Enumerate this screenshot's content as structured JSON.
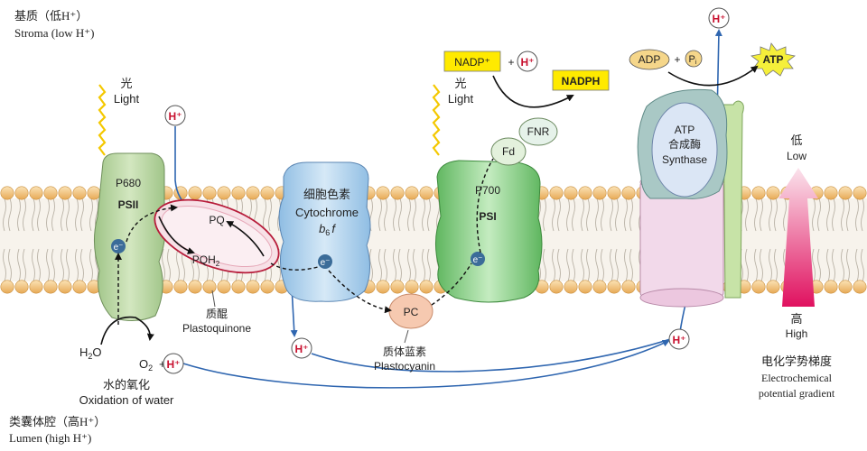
{
  "regions": {
    "stroma_cn": "基质（低H⁺）",
    "stroma_en": "Stroma (low H⁺)",
    "lumen_cn": "类囊体腔（高H⁺）",
    "lumen_en": "Lumen (high H⁺)"
  },
  "light": {
    "cn": "光",
    "en": "Light"
  },
  "hplus": "H⁺",
  "eminus": "e⁻",
  "psii": {
    "name": "P680",
    "sub": "PSII"
  },
  "pq": {
    "pq": "PQ",
    "pqh2": "PQH",
    "pqh2_sub": "2",
    "cn": "质醌",
    "en": "Plastoquinone"
  },
  "cytochrome": {
    "cn": "细胞色素",
    "en": "Cytochrome",
    "b": "b",
    "b_sub": "6",
    "f": "f"
  },
  "pc": {
    "label": "PC",
    "cn": "质体蓝素",
    "en": "Plastocyanin"
  },
  "psi": {
    "name": "P700",
    "sub": "PSI"
  },
  "fd": "Fd",
  "fnr": "FNR",
  "nadp": {
    "nadp": "NADP⁺",
    "plus": "+",
    "nadph": "NADPH"
  },
  "atp_synthase": {
    "l1": "ATP",
    "l2": "合成酶",
    "l3": "Synthase"
  },
  "adp": {
    "adp": "ADP",
    "plus": "+",
    "pi": "P",
    "pi_sub": "i",
    "atp": "ATP"
  },
  "water": {
    "h2o": "H",
    "h2o_sub": "2",
    "h2o_o": "O",
    "o2": "O",
    "o2_sub": "2",
    "plus": "+",
    "cn": "水的氧化",
    "en": "Oxidation of water"
  },
  "gradient": {
    "low_cn": "低",
    "low_en": "Low",
    "high_cn": "高",
    "high_en": "High",
    "cn": "电化学势梯度",
    "en1": "Electrochemical",
    "en2": "potential gradient"
  },
  "colors": {
    "lipid_head": "#f2c27a",
    "hplus_text": "#c8102e",
    "arrow_blue": "#2f66b0",
    "psii_green": "#bcd6a4",
    "cyt_blue": "#b8d6ee",
    "psi_green": "#8ccf8a",
    "pc_peach": "#f6c9b0",
    "nadp_yellow": "#ffea00",
    "atp_yellow": "#f5ef3a",
    "synthase_blue": "#c9d8ec",
    "synthase_pink": "#f2d9ea"
  }
}
